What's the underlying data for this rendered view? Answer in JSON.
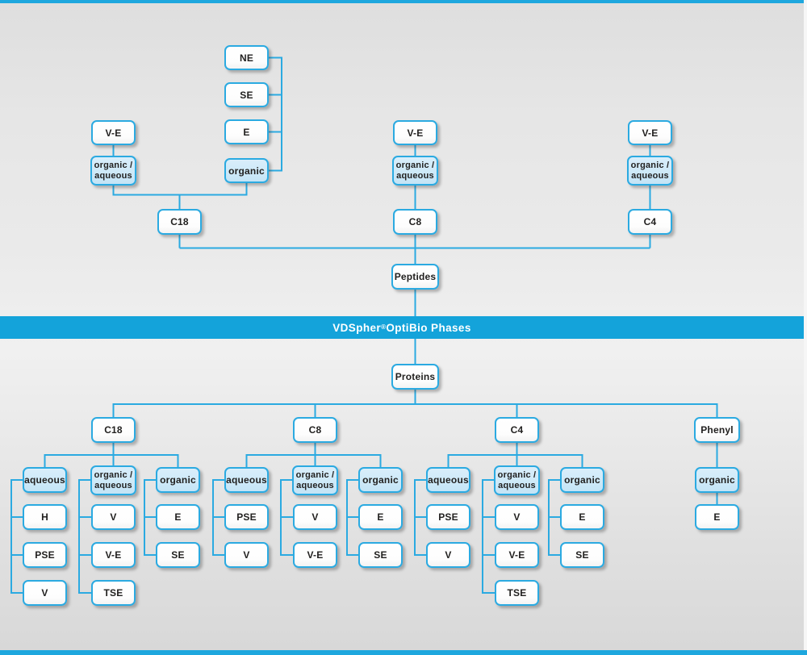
{
  "banner": {
    "brand": "VDSpher",
    "reg": "®",
    "rest": " OptiBio Phases",
    "color": "#14a3da"
  },
  "colors": {
    "accent_line": "#2baae1",
    "box_border": "#2baae1",
    "box_blue_fill": "#cde9f8",
    "box_white_fill": "#ffffff",
    "text": "#222120",
    "background": "#e6e6e6"
  },
  "peptides": {
    "label": "Peptides",
    "c18": {
      "label": "C18",
      "ve": "V-E",
      "organic_aqueous": "organic /\naqueous",
      "organic": "organic",
      "organic_group": [
        "NE",
        "SE",
        "E"
      ]
    },
    "c8": {
      "label": "C8",
      "ve": "V-E",
      "organic_aqueous": "organic /\naqueous"
    },
    "c4": {
      "label": "C4",
      "ve": "V-E",
      "organic_aqueous": "organic /\naqueous"
    }
  },
  "proteins": {
    "label": "Proteins",
    "c18": {
      "label": "C18",
      "aqueous": {
        "label": "aqueous",
        "children": [
          "H",
          "PSE",
          "V"
        ]
      },
      "organic_aqueous": {
        "label": "organic /\naqueous",
        "children": [
          "V",
          "V-E",
          "TSE"
        ]
      },
      "organic": {
        "label": "organic",
        "children": [
          "E",
          "SE"
        ]
      }
    },
    "c8": {
      "label": "C8",
      "aqueous": {
        "label": "aqueous",
        "children": [
          "PSE",
          "V"
        ]
      },
      "organic_aqueous": {
        "label": "organic /\naqueous",
        "children": [
          "V",
          "V-E"
        ]
      },
      "organic": {
        "label": "organic",
        "children": [
          "E",
          "SE"
        ]
      }
    },
    "c4": {
      "label": "C4",
      "aqueous": {
        "label": "aqueous",
        "children": [
          "PSE",
          "V"
        ]
      },
      "organic_aqueous": {
        "label": "organic /\naqueous",
        "children": [
          "V",
          "V-E",
          "TSE"
        ]
      },
      "organic": {
        "label": "organic",
        "children": [
          "E",
          "SE"
        ]
      }
    },
    "phenyl": {
      "label": "Phenyl",
      "organic": {
        "label": "organic",
        "children": [
          "E"
        ]
      }
    }
  }
}
